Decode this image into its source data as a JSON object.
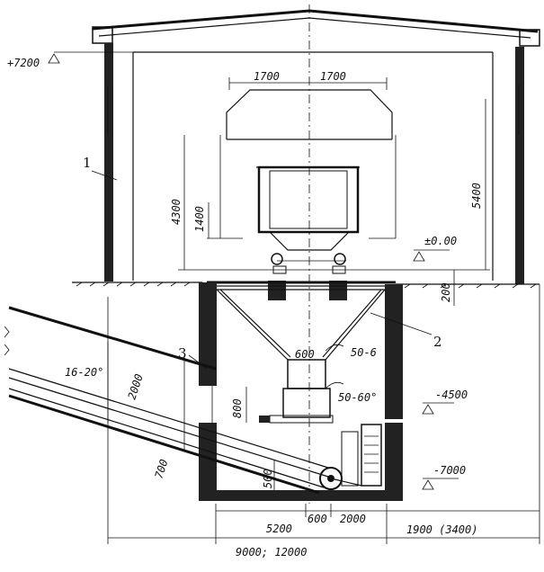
{
  "labels": {
    "callout_1": "1",
    "callout_2": "2",
    "callout_3": "3"
  },
  "elevations": {
    "top": "+7200",
    "zero": "±0.00",
    "pit": "-4500",
    "bottom": "-7000"
  },
  "dimensions": {
    "bunker_left_half": "1700",
    "bunker_right_half": "1700",
    "car_height": "4300",
    "car_bottom": "1400",
    "overall_height": "5400",
    "pit_top": "200",
    "hopper_outlet": "600",
    "feeder_height": "800",
    "angle_upper": "50-6",
    "angle_lower": "50-60°",
    "conveyor_angle": "16-20°",
    "conveyor_clearance": "2000",
    "conveyor_width": "700",
    "drive_height": "500",
    "base_left": "5200",
    "base_mid": "600",
    "base_right": "2000",
    "base_ext": "1900 (3400)",
    "overall_width": "9000; 12000"
  }
}
